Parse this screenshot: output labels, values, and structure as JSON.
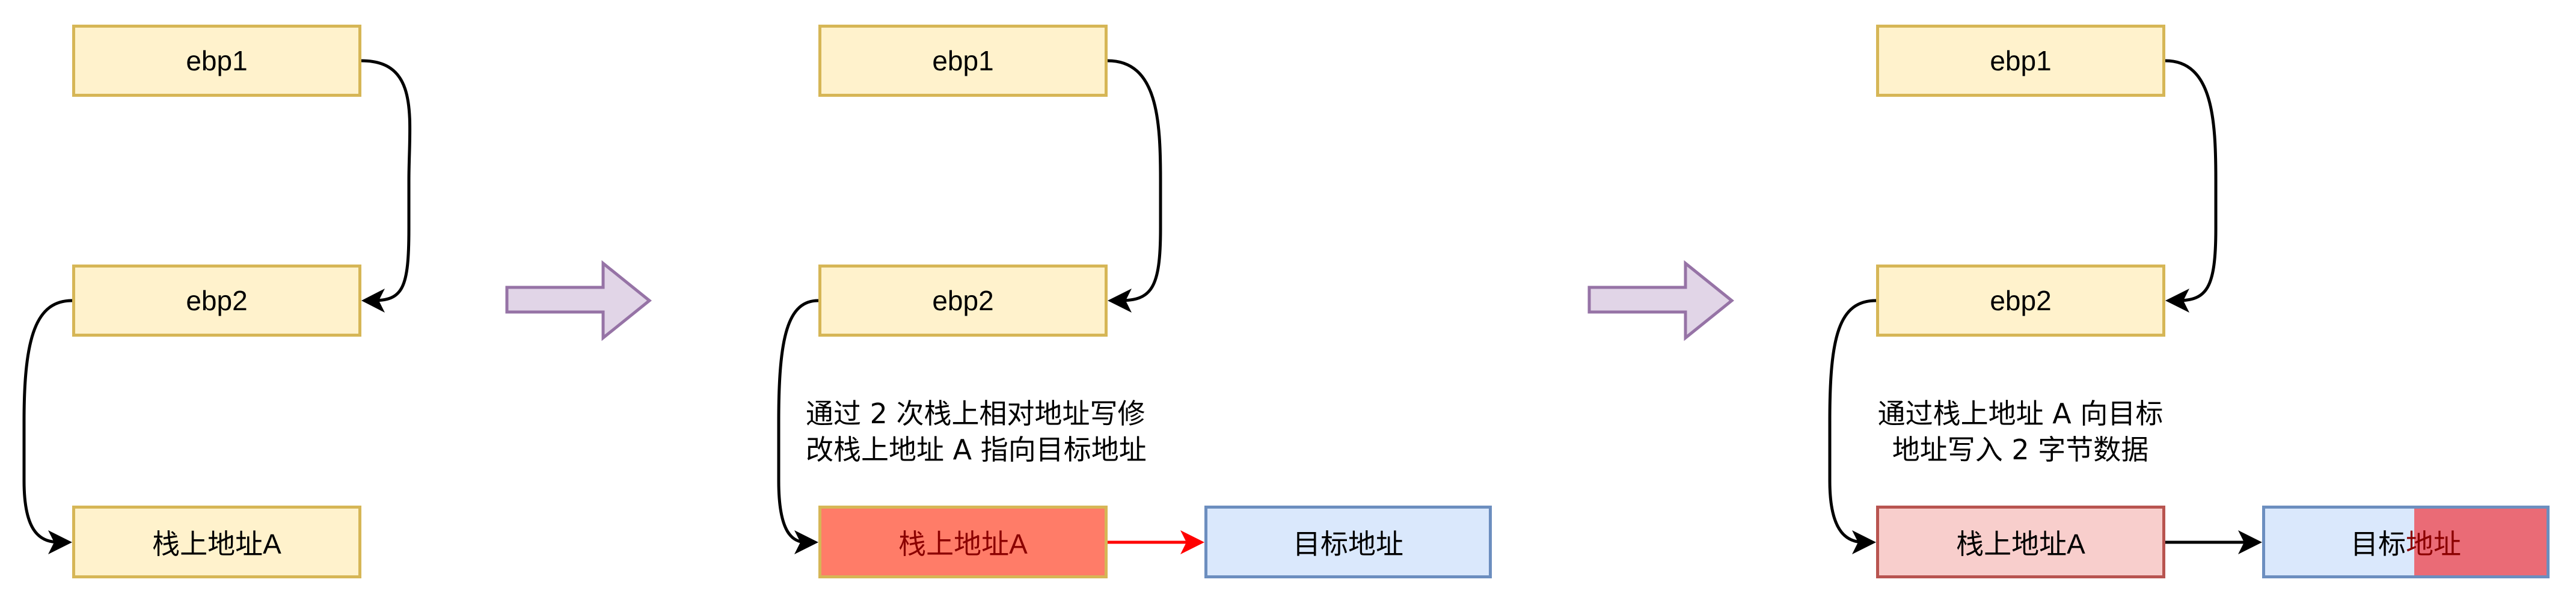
{
  "colors": {
    "stack_fill": "#fff2cc",
    "stack_stroke": "#d6b656",
    "modified_fill": "#ff7c68",
    "modified_text": "#8b0000",
    "written_fill": "#f8cecc",
    "written_stroke": "#b85450",
    "target_fill": "#dae8fc",
    "target_stroke": "#6c8ebf",
    "target_overwritten_fill": "#ea6b76",
    "step_arrow_fill": "#e1d5e7",
    "step_arrow_stroke": "#9673a6",
    "pointer_red": "#ff0000"
  },
  "panels": [
    {
      "boxes": {
        "ebp1": "ebp1",
        "ebp2": "ebp2",
        "stack_addr": "栈上地址A"
      }
    },
    {
      "boxes": {
        "ebp1": "ebp1",
        "ebp2": "ebp2",
        "stack_addr": "栈上地址A",
        "target": "目标地址"
      },
      "note_lines": [
        "通过 2 次栈上相对地址写修",
        "改栈上地址 A 指向目标地址"
      ]
    },
    {
      "boxes": {
        "ebp1": "ebp1",
        "ebp2": "ebp2",
        "stack_addr": "栈上地址A",
        "target_part1": "目标",
        "target_part2": "地址"
      },
      "note_lines": [
        "通过栈上地址 A 向目标",
        "地址写入 2 字节数据"
      ]
    }
  ]
}
